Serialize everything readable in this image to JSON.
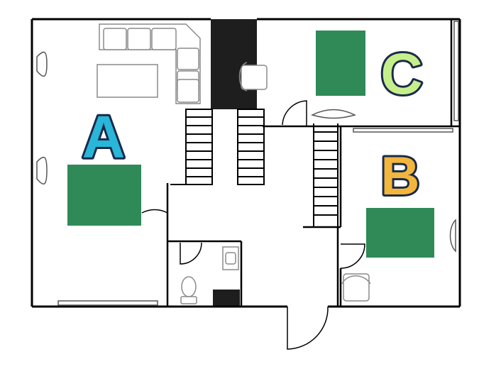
{
  "floor_plan": {
    "rooms": [
      {
        "label": "A",
        "fill": "#29b6d8",
        "outline": "#1b2a4a"
      },
      {
        "label": "B",
        "fill": "#f3b63c",
        "outline": "#1b2a4a"
      },
      {
        "label": "C",
        "fill": "#c6ef8c",
        "outline": "#1b2a4a"
      }
    ],
    "colors": {
      "wall": "#000000",
      "furniture_outline": "#8a8a8a",
      "marker_fill": "#2f8a58",
      "dark_block": "#1e1e1e"
    }
  }
}
